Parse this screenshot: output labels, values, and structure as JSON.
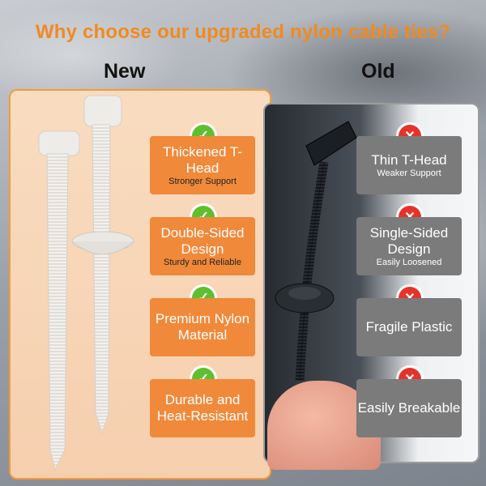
{
  "title": "Why choose our upgraded nylon cable ties?",
  "columns": {
    "new": "New",
    "old": "Old"
  },
  "new_features": [
    {
      "main": "Thickened T-Head",
      "sub": "Stronger Support"
    },
    {
      "main": "Double-Sided Design",
      "sub": "Sturdy and Reliable"
    },
    {
      "main": "Premium Nylon Material",
      "sub": ""
    },
    {
      "main": "Durable and Heat-Resistant",
      "sub": ""
    }
  ],
  "old_features": [
    {
      "main": "Thin T-Head",
      "sub": "Weaker Support"
    },
    {
      "main": "Single-Sided Design",
      "sub": "Easily Loosened"
    },
    {
      "main": "Fragile Plastic",
      "sub": ""
    },
    {
      "main": "Easily Breakable",
      "sub": ""
    }
  ],
  "icons": {
    "new": "check-icon",
    "old": "x-icon"
  },
  "colors": {
    "accent": "#f08a22",
    "badge_new": "#f0893a",
    "badge_old": "#7b7b7b",
    "check": "#5fbf2f",
    "cross": "#e6332a"
  }
}
